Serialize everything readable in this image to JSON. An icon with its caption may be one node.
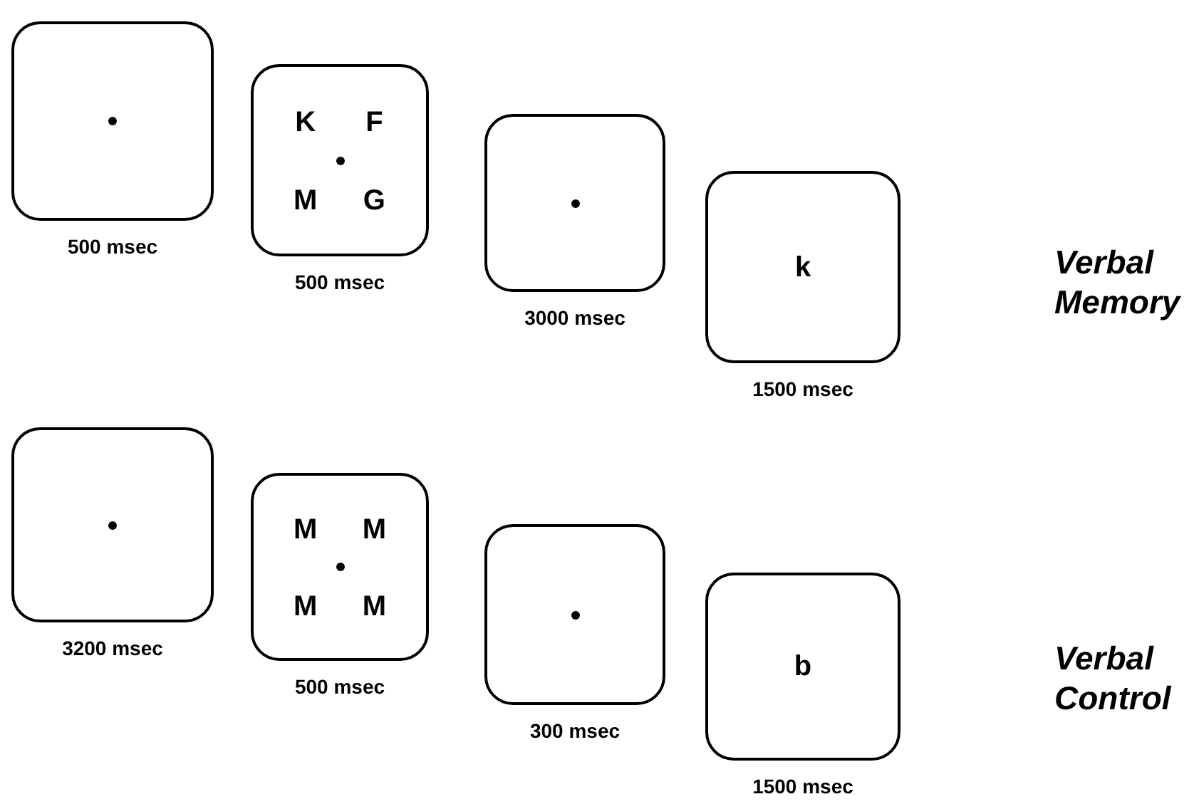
{
  "diagram": {
    "nodes": [
      {
        "text": [],
        "shape": "box",
        "beside": [
          "500 msec"
        ]
      },
      {
        "text": [
          "K",
          "F",
          "M",
          "G"
        ],
        "beside": [
          "500 msec"
        ]
      },
      {
        "text": [],
        "shape": "box",
        "beside": [
          "3000 msec"
        ]
      },
      {
        "text": [
          "k"
        ],
        "beside": [
          "1500 msec"
        ]
      },
      {
        "text": [],
        "shape": "box",
        "beside": [
          "3200 msec"
        ]
      },
      {
        "text": [
          "M",
          "M",
          "M",
          "M"
        ],
        "beside": [
          "500 msec"
        ]
      },
      {
        "text": [],
        "shape": "box",
        "beside": [
          "300 msec"
        ]
      },
      {
        "text": [
          "b"
        ],
        "beside": [
          "1500 msec"
        ]
      }
    ],
    "labels": [
      "Verbal Memory",
      "Verbal Control"
    ]
  }
}
